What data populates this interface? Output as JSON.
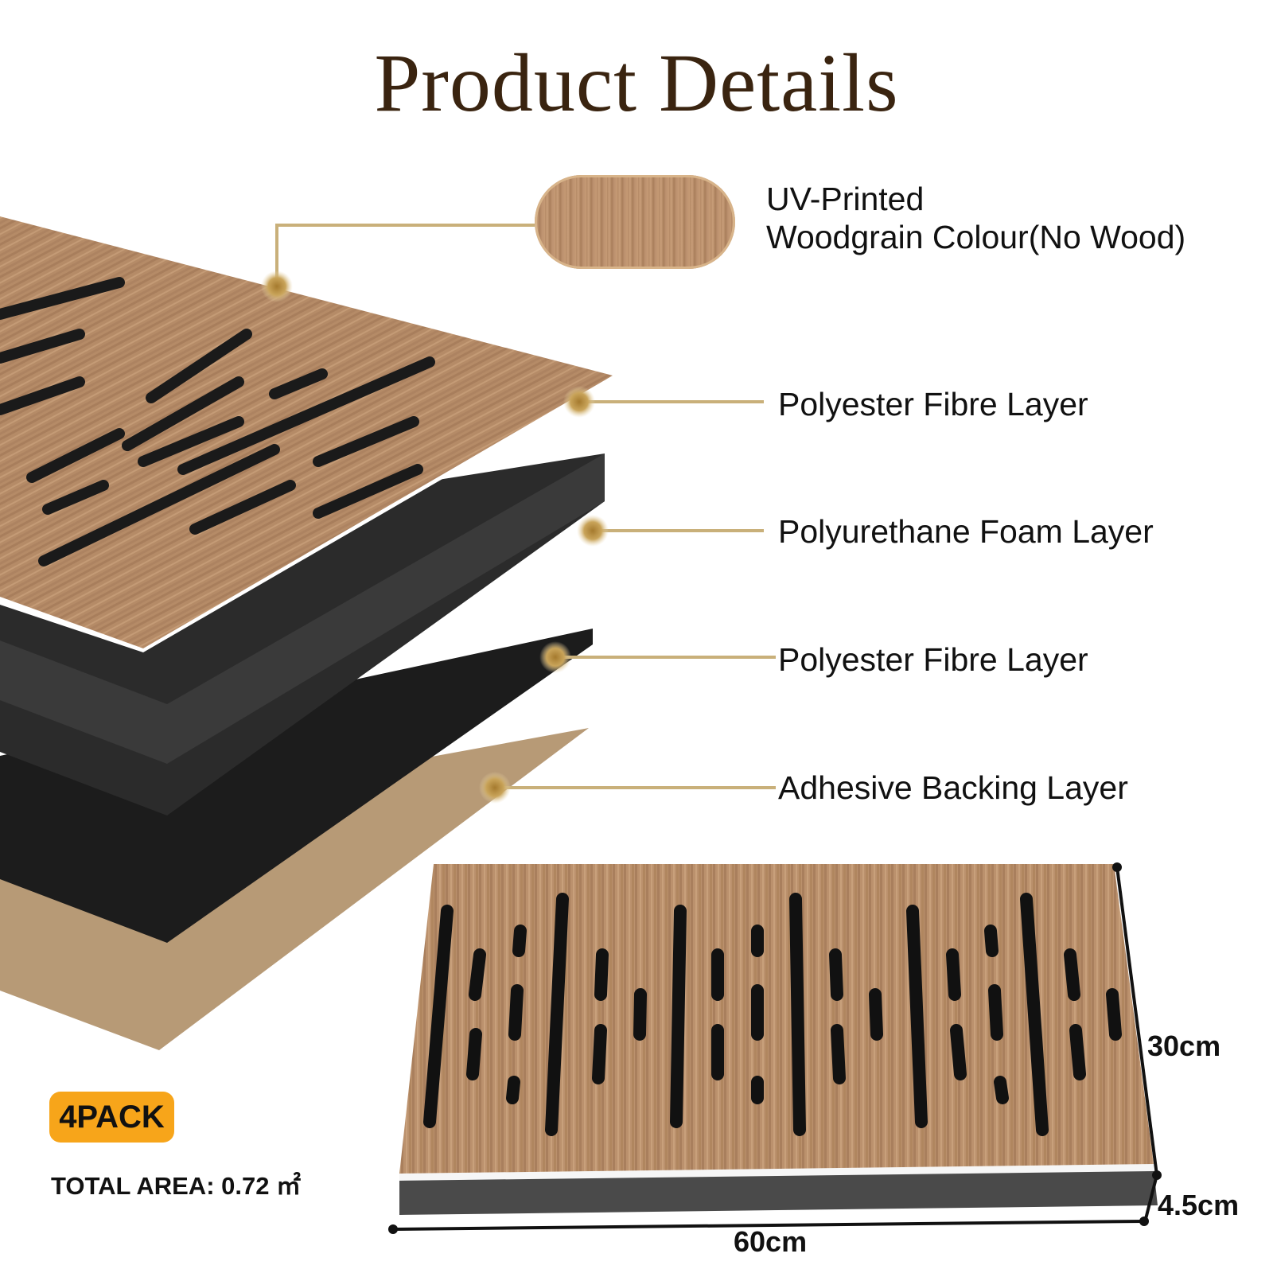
{
  "title": "Product Details",
  "labels": {
    "uv_line1": "UV-Printed",
    "uv_line2": "Woodgrain Colour(No Wood)",
    "layer1": "Polyester Fibre Layer",
    "layer2": "Polyurethane Foam Layer",
    "layer3": "Polyester Fibre Layer",
    "layer4": "Adhesive Backing Layer"
  },
  "badge": "4PACK",
  "total_area": "TOTAL AREA: 0.72 ㎡",
  "dimensions": {
    "width": "60cm",
    "height": "30cm",
    "depth": "4.5cm"
  },
  "colors": {
    "title": "#3a2410",
    "wood": "#b88c68",
    "callout_line": "#c9b07a",
    "callout_dot": "#b3893c",
    "badge": "#f7a51a",
    "foam": "#2d2d2d",
    "fibre": "#1e1e1e",
    "adhesive": "#b79a76"
  }
}
